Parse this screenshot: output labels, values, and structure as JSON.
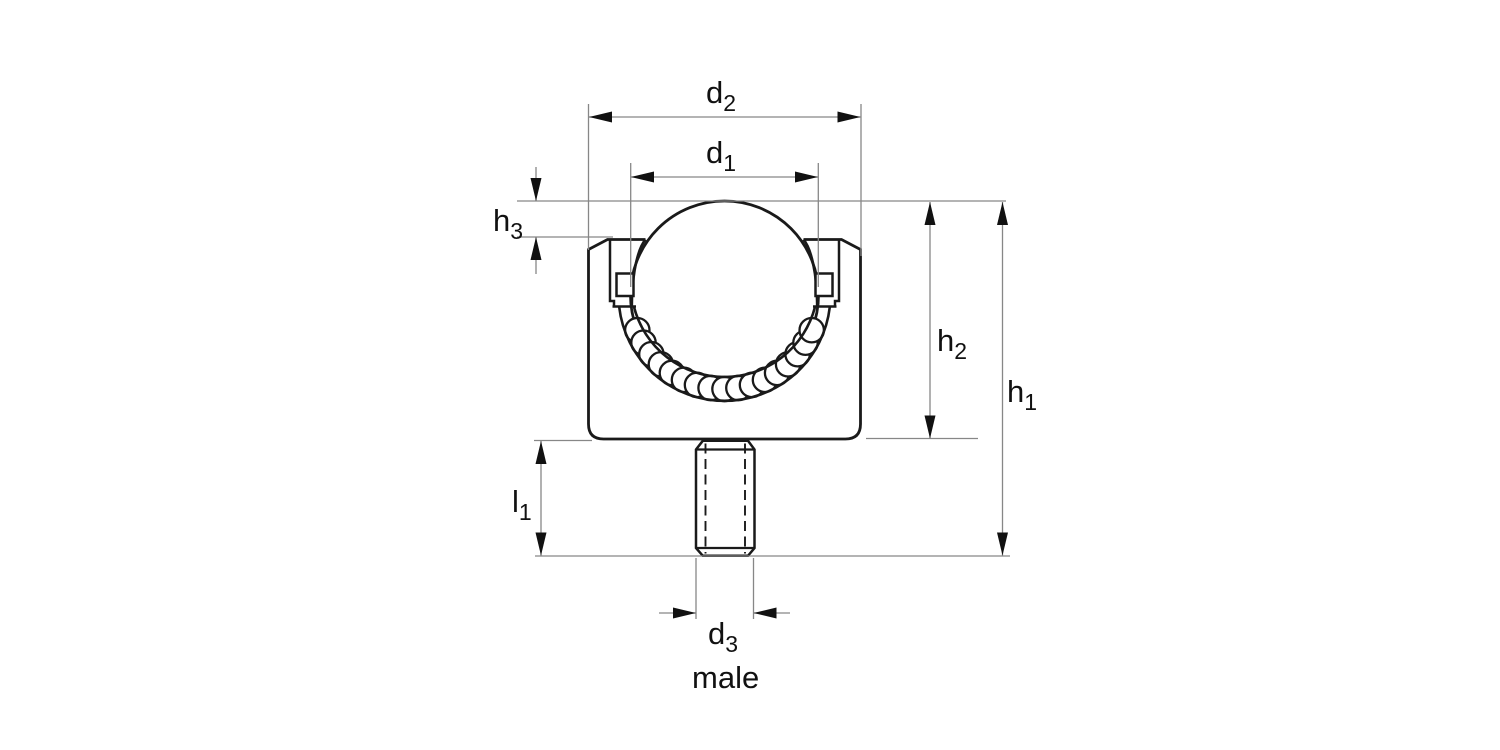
{
  "diagram": {
    "caption": "male",
    "dimensions": {
      "d2": {
        "main": "d",
        "sub": "2"
      },
      "d1": {
        "main": "d",
        "sub": "1"
      },
      "h3": {
        "main": "h",
        "sub": "3"
      },
      "h2": {
        "main": "h",
        "sub": "2"
      },
      "h1": {
        "main": "h",
        "sub": "1"
      },
      "l1": {
        "main": "l",
        "sub": "1"
      },
      "d3": {
        "main": "d",
        "sub": "3"
      }
    },
    "colors": {
      "outline": "#1a1a1a",
      "dimension_line": "#878787",
      "background": "#ffffff"
    }
  }
}
